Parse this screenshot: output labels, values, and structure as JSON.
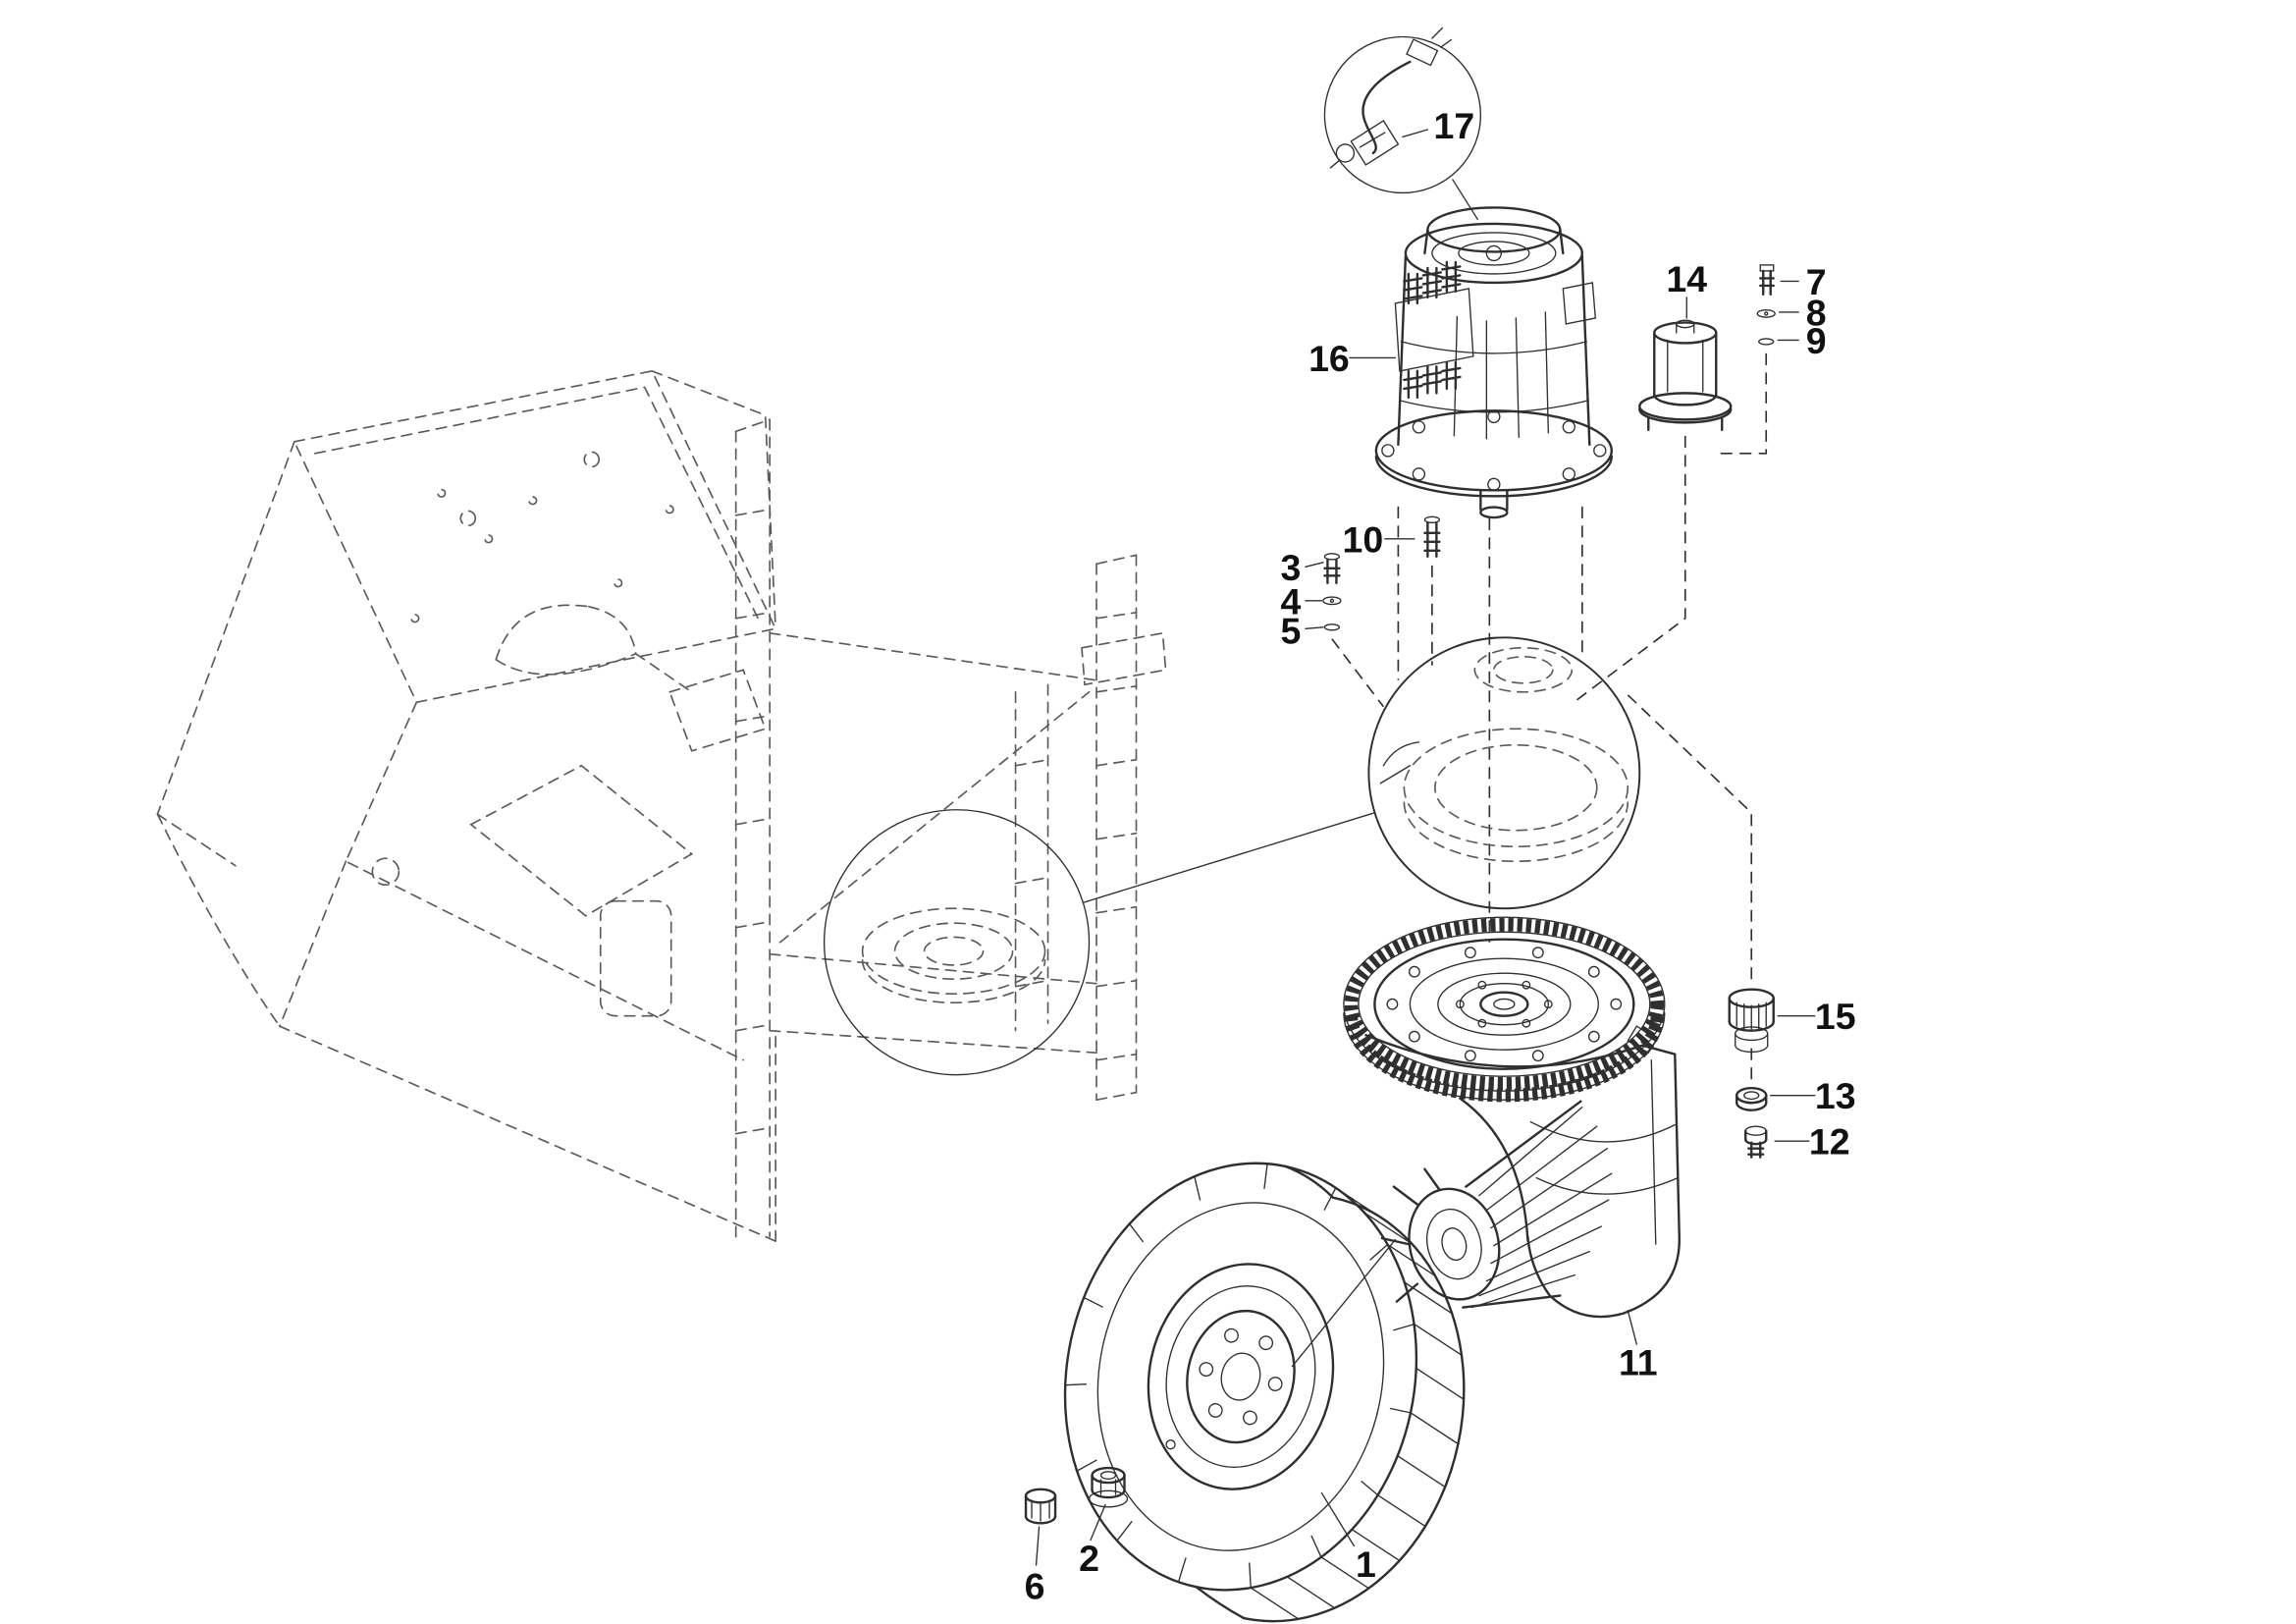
{
  "figure": {
    "type": "exploded-parts-diagram",
    "background": "#ffffff",
    "line_color": "#2f2f2f",
    "phantom_line_color": "#5a5a5a",
    "callouts": {
      "n1": "1",
      "n2": "2",
      "n3": "3",
      "n4": "4",
      "n5": "5",
      "n6": "6",
      "n7": "7",
      "n8": "8",
      "n9": "9",
      "n10": "10",
      "n11": "11",
      "n12": "12",
      "n13": "13",
      "n14": "14",
      "n15": "15",
      "n16": "16",
      "n17": "17"
    }
  }
}
